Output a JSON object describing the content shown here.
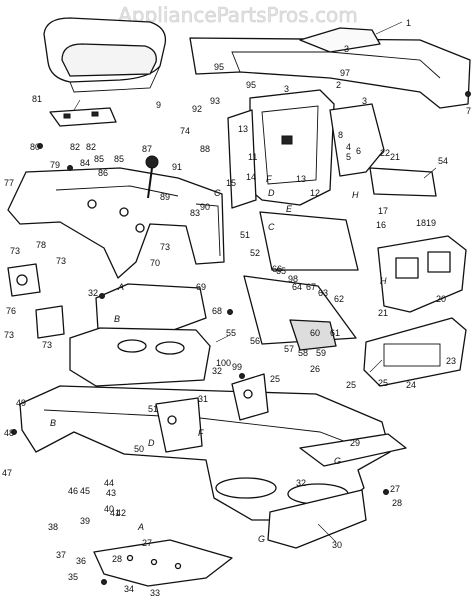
{
  "watermark": "AppliancePartsPros.com",
  "part_numbers": [
    "1",
    "2",
    "3",
    "3",
    "3",
    "4",
    "5",
    "6",
    "7",
    "8",
    "9",
    "11",
    "12",
    "13",
    "13",
    "14",
    "15",
    "16",
    "17",
    "18",
    "19",
    "20",
    "21",
    "21",
    "22",
    "23",
    "24",
    "25",
    "25",
    "25",
    "26",
    "27",
    "27",
    "28",
    "28",
    "29",
    "30",
    "31",
    "32",
    "32",
    "32",
    "33",
    "34",
    "35",
    "36",
    "37",
    "38",
    "39",
    "40",
    "41",
    "42",
    "43",
    "44",
    "45",
    "46",
    "47",
    "48",
    "49",
    "50",
    "51",
    "51",
    "52",
    "54",
    "55",
    "56",
    "57",
    "58",
    "59",
    "60",
    "61",
    "62",
    "63",
    "64",
    "65",
    "66",
    "67",
    "68",
    "69",
    "70",
    "73",
    "73",
    "73",
    "73",
    "73",
    "74",
    "76",
    "77",
    "78",
    "79",
    "80",
    "81",
    "82",
    "82",
    "83",
    "84",
    "85",
    "85",
    "86",
    "87",
    "88",
    "89",
    "90",
    "91",
    "92",
    "93",
    "95",
    "95",
    "97",
    "98",
    "99",
    "100"
  ],
  "reference_letters": [
    "A",
    "A",
    "B",
    "B",
    "C",
    "C",
    "D",
    "D",
    "E",
    "F",
    "F",
    "G",
    "G",
    "H",
    "H"
  ]
}
